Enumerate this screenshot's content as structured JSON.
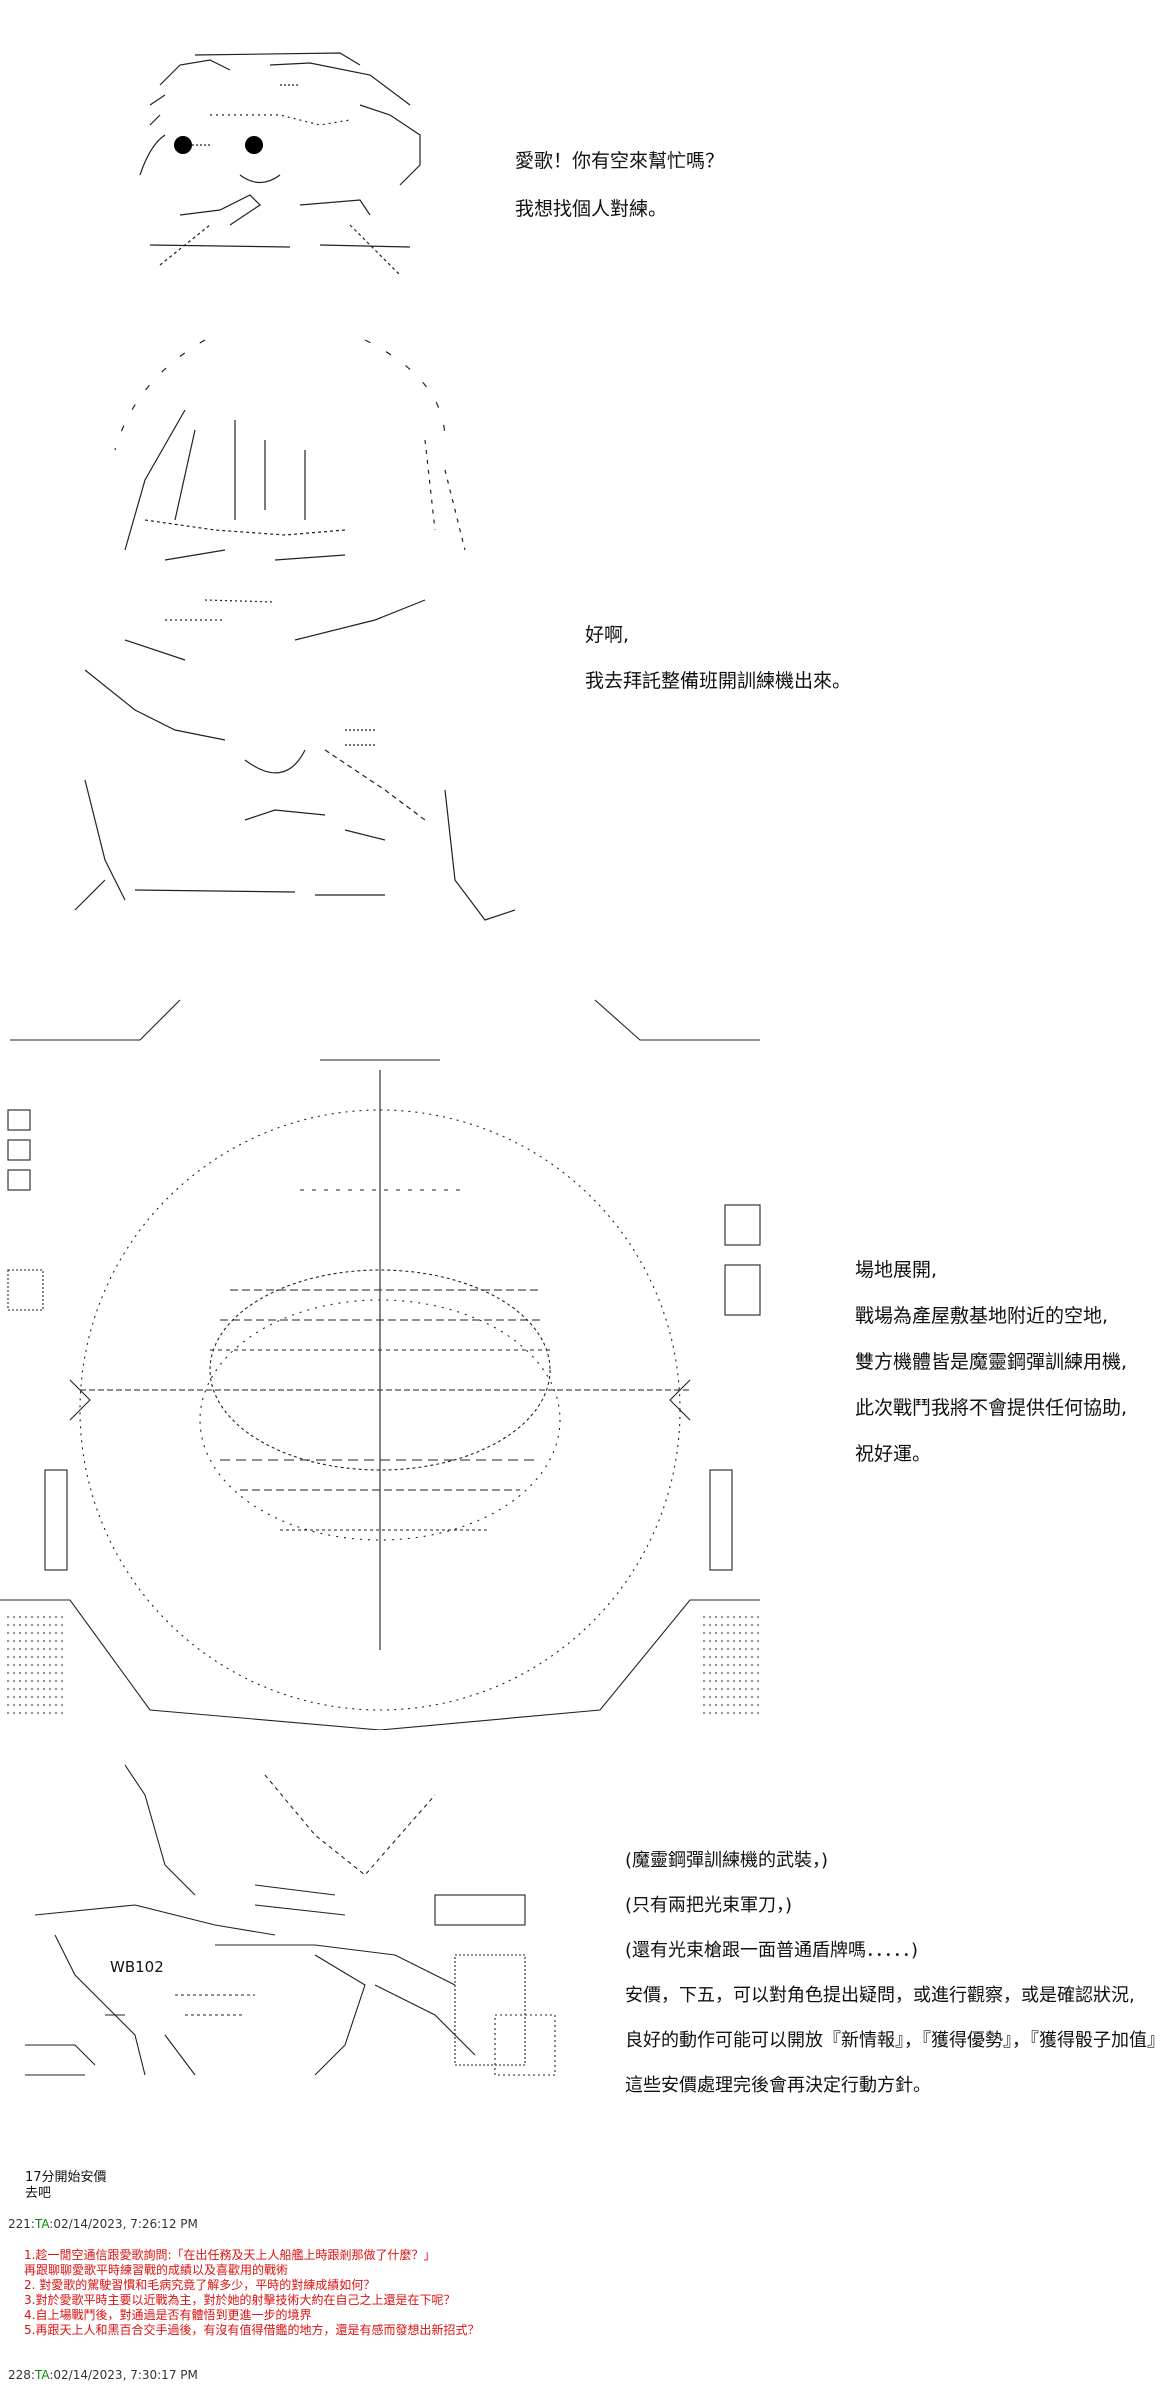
{
  "panel1": {
    "lines": [
      "愛歌！你有空來幫忙嗎？",
      "我想找個人對練。"
    ]
  },
  "panel2": {
    "lines": [
      "好啊,",
      "我去拜託整備班開訓練機出來。"
    ]
  },
  "panel3": {
    "lines": [
      "場地展開,",
      "戰場為產屋敷基地附近的空地,",
      "雙方機體皆是魔靈鋼彈訓練用機,",
      "此次戰鬥我將不會提供任何協助,",
      "祝好運。"
    ]
  },
  "panel4": {
    "mech_label": "WB102",
    "lines": [
      "(魔靈鋼彈訓練機的武裝，)",
      "(只有兩把光束軍刀，)",
      "(還有光束槍跟一面普通盾牌嗎．．．．．)",
      "安價，下五，可以對角色提出疑問，或進行觀察，或是確認狀況,",
      "良好的動作可能可以開放『新情報』，『獲得優勢』，『獲得骰子加值』",
      "這些安價處理完後會再決定行動方針。"
    ]
  },
  "note": [
    "17分開始安價",
    "去吧"
  ],
  "post221": {
    "num": "221:",
    "name": "TA",
    "date": ":02/14/2023, 7:26:12 PM",
    "replies": [
      "1.趁一閒空通信跟愛歌詢問:「在出任務及天上人船艦上時跟剎那做了什麼？」",
      "再跟聊聊愛歌平時練習戰的成績以及喜歡用的戰術",
      "2. 對愛歌的駕駛習慣和毛病究竟了解多少，平時的對練成績如何？",
      "3.對於愛歌平時主要以近戰為主，對於她的射擊技術大約在自己之上還是在下呢？",
      "4.自上場戰鬥後，對通過是否有體悟到更進一步的境界",
      "5.再跟天上人和黑百合交手過後，有沒有值得借鑑的地方，還是有感而發想出新招式？"
    ]
  },
  "post228": {
    "num": "228:",
    "name": "TA",
    "date": ":02/14/2023, 7:30:17 PM"
  }
}
